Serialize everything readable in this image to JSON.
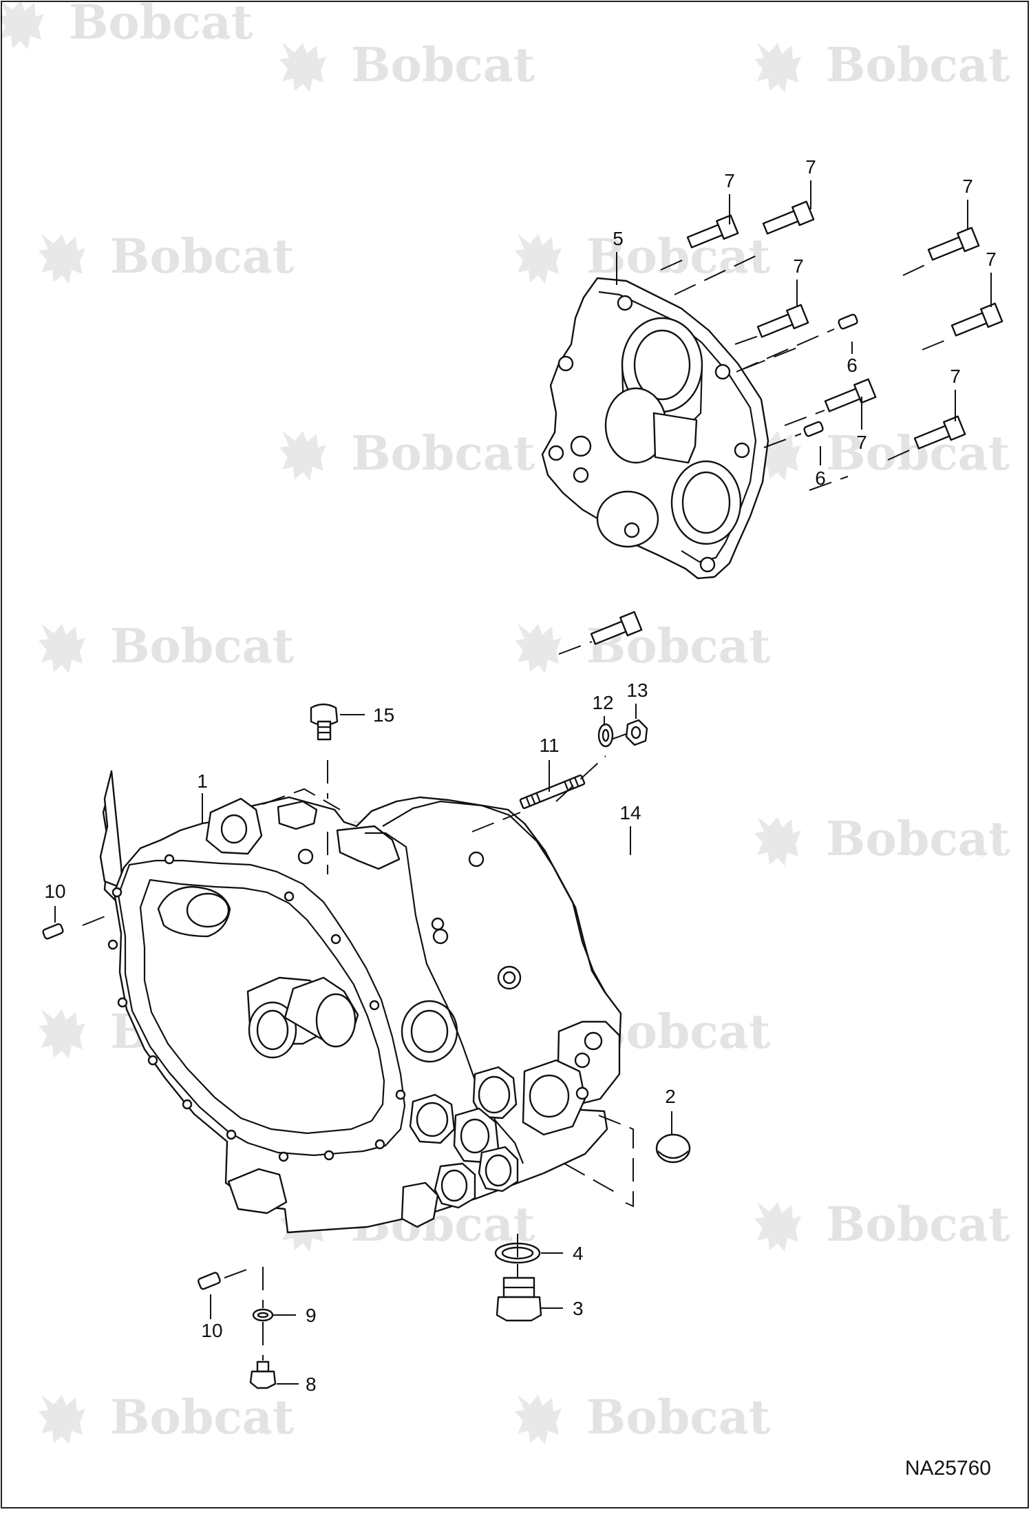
{
  "diagram": {
    "drawing_code": "NA25760",
    "watermark": {
      "brand": "Bobcat",
      "registered_mark": "®"
    },
    "callouts": [
      {
        "label": "1"
      },
      {
        "label": "2"
      },
      {
        "label": "3"
      },
      {
        "label": "4"
      },
      {
        "label": "5"
      },
      {
        "label": "6"
      },
      {
        "label": "6"
      },
      {
        "label": "7"
      },
      {
        "label": "7"
      },
      {
        "label": "7"
      },
      {
        "label": "7"
      },
      {
        "label": "7"
      },
      {
        "label": "7"
      },
      {
        "label": "7"
      },
      {
        "label": "8"
      },
      {
        "label": "9"
      },
      {
        "label": "10"
      },
      {
        "label": "10"
      },
      {
        "label": "11"
      },
      {
        "label": "12"
      },
      {
        "label": "13"
      },
      {
        "label": "14"
      },
      {
        "label": "15"
      }
    ],
    "colors": {
      "line": "#111111",
      "watermark": "#e3e3e3",
      "background": "#ffffff"
    }
  }
}
